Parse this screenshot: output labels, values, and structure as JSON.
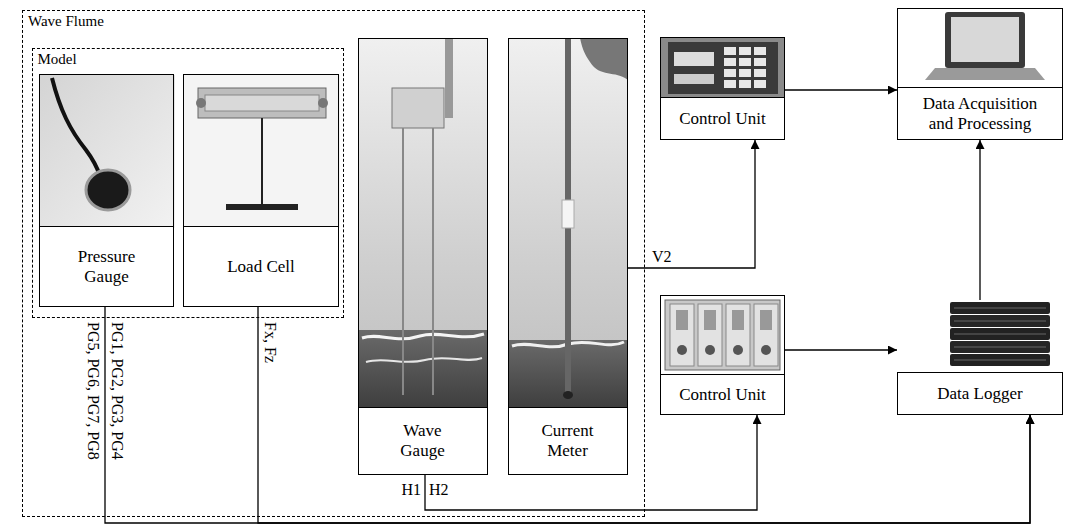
{
  "diagram": {
    "nodes": [
      {
        "text": [
          "Wave Flume"
        ]
      },
      {
        "text": [
          "Model"
        ],
        "in": 0
      },
      {
        "text": [
          "Pressure Gauge"
        ],
        "in": 1
      },
      {
        "text": [
          "Load Cell"
        ],
        "in": 1
      },
      {
        "text": [
          "Wave Gauge"
        ],
        "in": 0
      },
      {
        "text": [
          "Current Meter"
        ],
        "in": 0
      },
      {
        "text": [
          "Control Unit"
        ]
      },
      {
        "text": [
          "Data Acquisition and Processing"
        ]
      },
      {
        "text": [
          "Control Unit"
        ]
      },
      {
        "text": [
          "Data Logger"
        ]
      }
    ],
    "edges": [
      {
        "from": 5,
        "to": 6,
        "label": "V2",
        "arrow": "to"
      },
      {
        "from": 6,
        "to": 7,
        "arrow": "to"
      },
      {
        "from": 4,
        "to": 8,
        "arrow": "to"
      },
      {
        "from": 8,
        "to": 9,
        "arrow": "to"
      },
      {
        "from": 9,
        "to": 7,
        "arrow": "to"
      },
      {
        "from": 2,
        "to": 9,
        "arrow": "to"
      },
      {
        "from": 3,
        "to": 9,
        "arrow": "to"
      }
    ],
    "labels": [
      "PG1, PG2, PG3, PG4",
      "PG5, PG6, PG7, PG8",
      "Fx, Fz",
      "H1",
      "H2"
    ]
  }
}
